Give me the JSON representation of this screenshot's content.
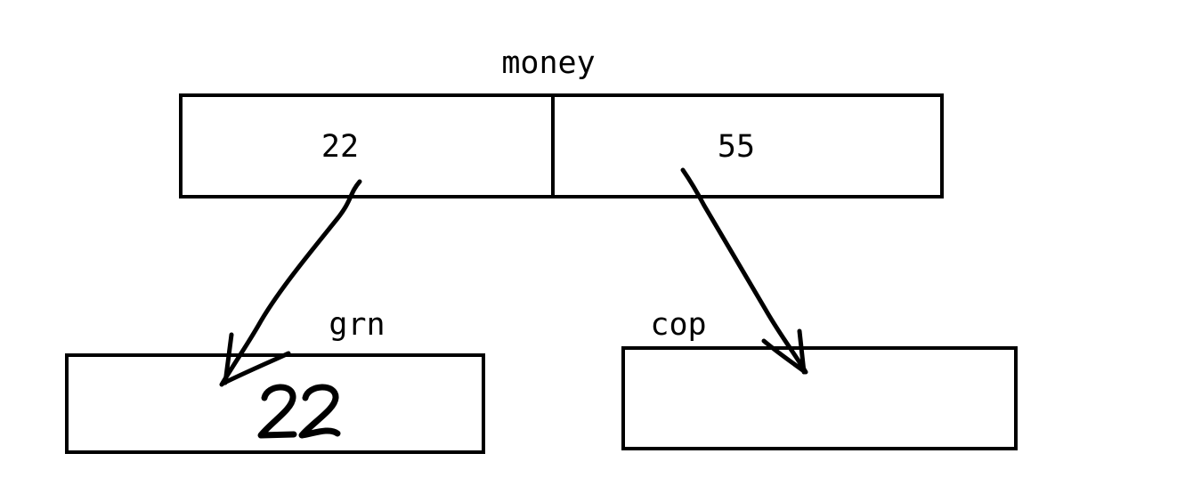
{
  "array": {
    "name": "money",
    "cells": [
      "22",
      "55"
    ]
  },
  "targets": [
    {
      "name": "grn",
      "value": "22"
    },
    {
      "name": "cop",
      "value": ""
    }
  ],
  "colors": {
    "stroke": "#000000",
    "background": "#ffffff"
  }
}
